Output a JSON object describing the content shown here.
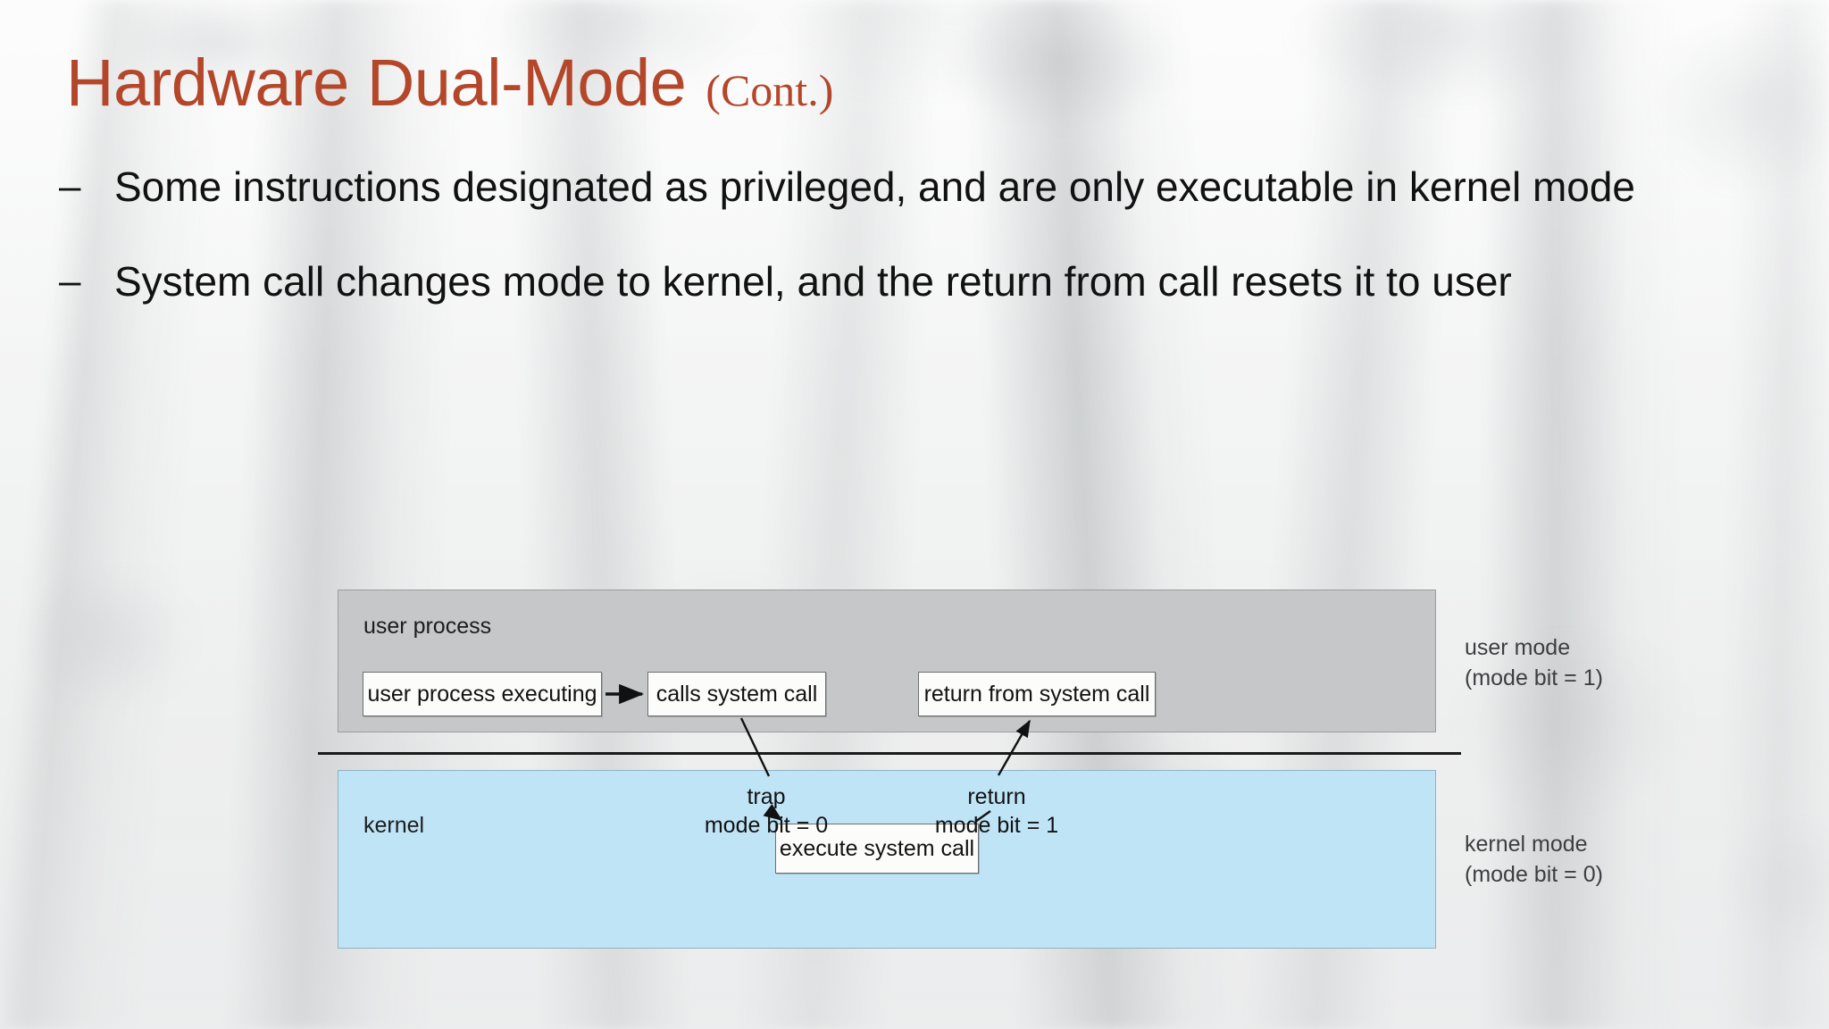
{
  "slide": {
    "title_main": "Hardware Dual-Mode",
    "title_cont": "(Cont.)",
    "title_color": "#b4462a",
    "body_color": "#111111",
    "bullets": [
      {
        "marker": "–",
        "text": "Some instructions designated as privileged, and are only executable in kernel mode"
      },
      {
        "marker": "–",
        "text": "System call changes mode to kernel, and the return from call resets it to user"
      }
    ]
  },
  "diagram": {
    "user_band": {
      "label": "user process",
      "fill": "#c6c7c8",
      "side_label_line1": "user mode",
      "side_label_line2": "(mode bit = 1)"
    },
    "kernel_band": {
      "label": "kernel",
      "fill": "#bfe4f6",
      "side_label_line1": "kernel mode",
      "side_label_line2": "(mode bit = 0)"
    },
    "nodes": {
      "user_process_executing": "user process executing",
      "calls_system_call": "calls system call",
      "return_from_system_call": "return from system call",
      "execute_system_call": "execute system call"
    },
    "transitions": {
      "trap_line1": "trap",
      "trap_line2": "mode bit = 0",
      "return_line1": "return",
      "return_line2": "mode bit = 1"
    }
  }
}
